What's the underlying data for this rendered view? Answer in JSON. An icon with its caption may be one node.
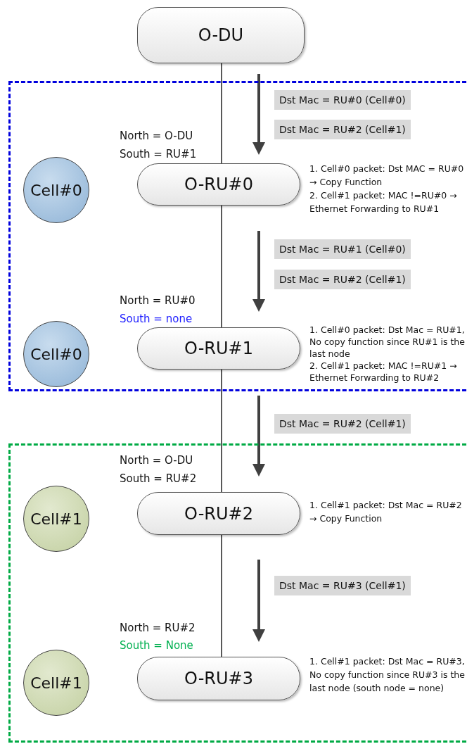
{
  "diagram": {
    "nodes": [
      {
        "text": [
          "O-DU"
        ]
      },
      {
        "text": [],
        "shape": "box"
      },
      {
        "text": [
          "Cell#0"
        ],
        "in": 1
      },
      {
        "text": [
          "O-RU#0"
        ],
        "in": 1,
        "beside": [
          "North = O-DU",
          "South = RU#1",
          "1. Cell#0 packet: Dst MAC = RU#0 → Copy Function",
          "2. Cell#1 packet: MAC !=RU#0 → Ethernet Forwarding to RU#1"
        ]
      },
      {
        "text": [
          "Cell#0"
        ],
        "in": 1
      },
      {
        "text": [
          "O-RU#1"
        ],
        "in": 1,
        "beside": [
          "North = RU#0",
          "South = none",
          "1. Cell#0 packet: Dst Mac = RU#1, No copy function since RU#1 is the last node",
          "2. Cell#1 packet: MAC !=RU#1 → Ethernet Forwarding to RU#2"
        ]
      },
      {
        "text": [],
        "shape": "box"
      },
      {
        "text": [
          "Cell#1"
        ],
        "in": 6
      },
      {
        "text": [
          "O-RU#2"
        ],
        "in": 6,
        "beside": [
          "North = O-DU",
          "South = RU#2",
          "1. Cell#1 packet: Dst Mac = RU#2 → Copy Function"
        ]
      },
      {
        "text": [
          "Cell#1"
        ],
        "in": 6
      },
      {
        "text": [
          "O-RU#3"
        ],
        "in": 6,
        "beside": [
          "North = RU#2",
          "South = None",
          "1. Cell#1 packet: Dst Mac = RU#3, No copy function since RU#3 is the last node (south node = none)"
        ]
      }
    ],
    "edges": [
      {
        "from": 0,
        "to": 3,
        "arrow": "none"
      },
      {
        "from": 3,
        "to": 5,
        "arrow": "none"
      },
      {
        "from": 5,
        "to": 8,
        "arrow": "none"
      },
      {
        "from": 8,
        "to": 10,
        "arrow": "none"
      }
    ],
    "labels": [
      "Dst Mac = RU#0 (Cell#0)",
      "Dst Mac = RU#2 (Cell#1)",
      "Dst Mac = RU#1 (Cell#0)",
      "Dst Mac = RU#2 (Cell#1)",
      "Dst Mac = RU#2 (Cell#1)",
      "Dst Mac = RU#3 (Cell#1)"
    ]
  }
}
